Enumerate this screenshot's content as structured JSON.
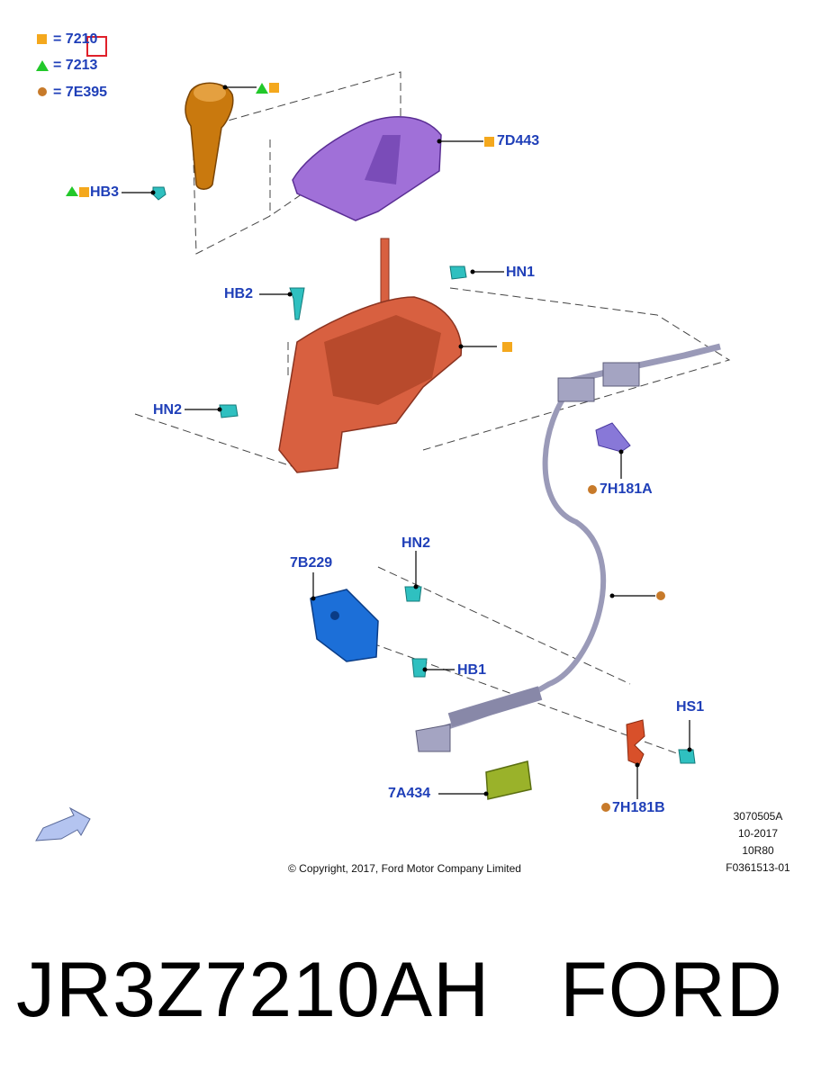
{
  "legend": [
    {
      "symbol": "square-orange",
      "color": "#f4a81d",
      "label": "= 7210"
    },
    {
      "symbol": "triangle-green",
      "color": "#22c82a",
      "label": "= 7213"
    },
    {
      "symbol": "circle-brown",
      "color": "#c77a2a",
      "label": "= 7E395"
    }
  ],
  "callouts": {
    "hb3": "HB3",
    "d443": "7D443",
    "hn1": "HN1",
    "hb2": "HB2",
    "hn2_top": "HN2",
    "h181a": "7H181A",
    "b229": "7B229",
    "hn2_bottom": "HN2",
    "hb1": "HB1",
    "hs1": "HS1",
    "a434": "7A434",
    "h181b": "7H181B"
  },
  "info_block": [
    "3070505A",
    "10-2017",
    "10R80",
    "F0361513-01"
  ],
  "copyright": "© Copyright, 2017, Ford Motor Company Limited",
  "part_number": "JR3Z7210AH",
  "brand": "FORD",
  "colors": {
    "label_blue": "#1f3fb8",
    "knob": "#c9790e",
    "trim": "#a070d8",
    "shifter": "#d86040",
    "bracket": "#1c6fd8",
    "fastener": "#2fc0c0",
    "cable": "#9a9ab8",
    "module": "#9ab22a",
    "clip": "#d8502a",
    "highlight_box": "#e0202a"
  }
}
